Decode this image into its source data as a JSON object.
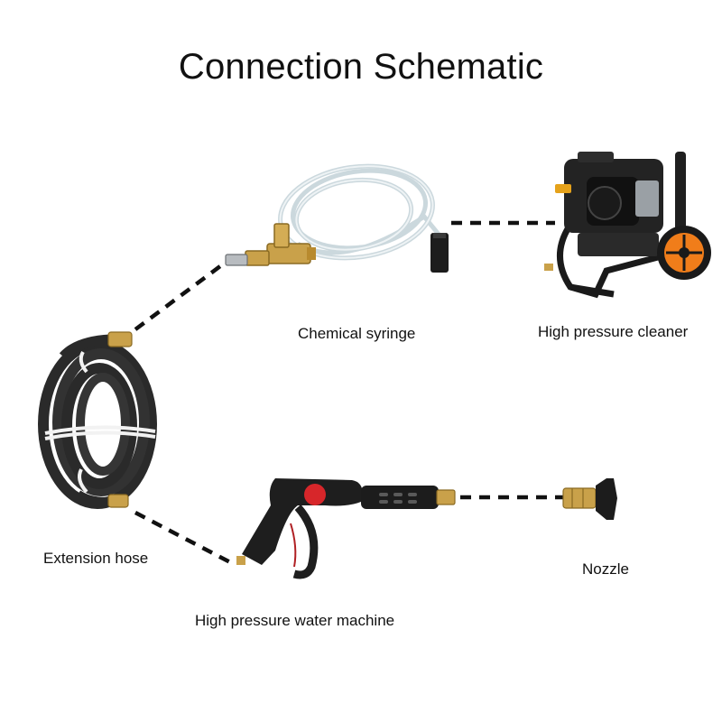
{
  "title": "Connection Schematic",
  "labels": {
    "chemical_syringe": "Chemical syringe",
    "cleaner": "High pressure cleaner",
    "hose": "Extension hose",
    "machine": "High pressure water machine",
    "nozzle": "Nozzle"
  },
  "colors": {
    "hose_black": "#2a2a2a",
    "brass": "#c9a14a",
    "accent_red": "#d7262a",
    "wheel_orange": "#f07d1a",
    "tube_clear": "#dfe8ec",
    "dash": "#111111"
  }
}
